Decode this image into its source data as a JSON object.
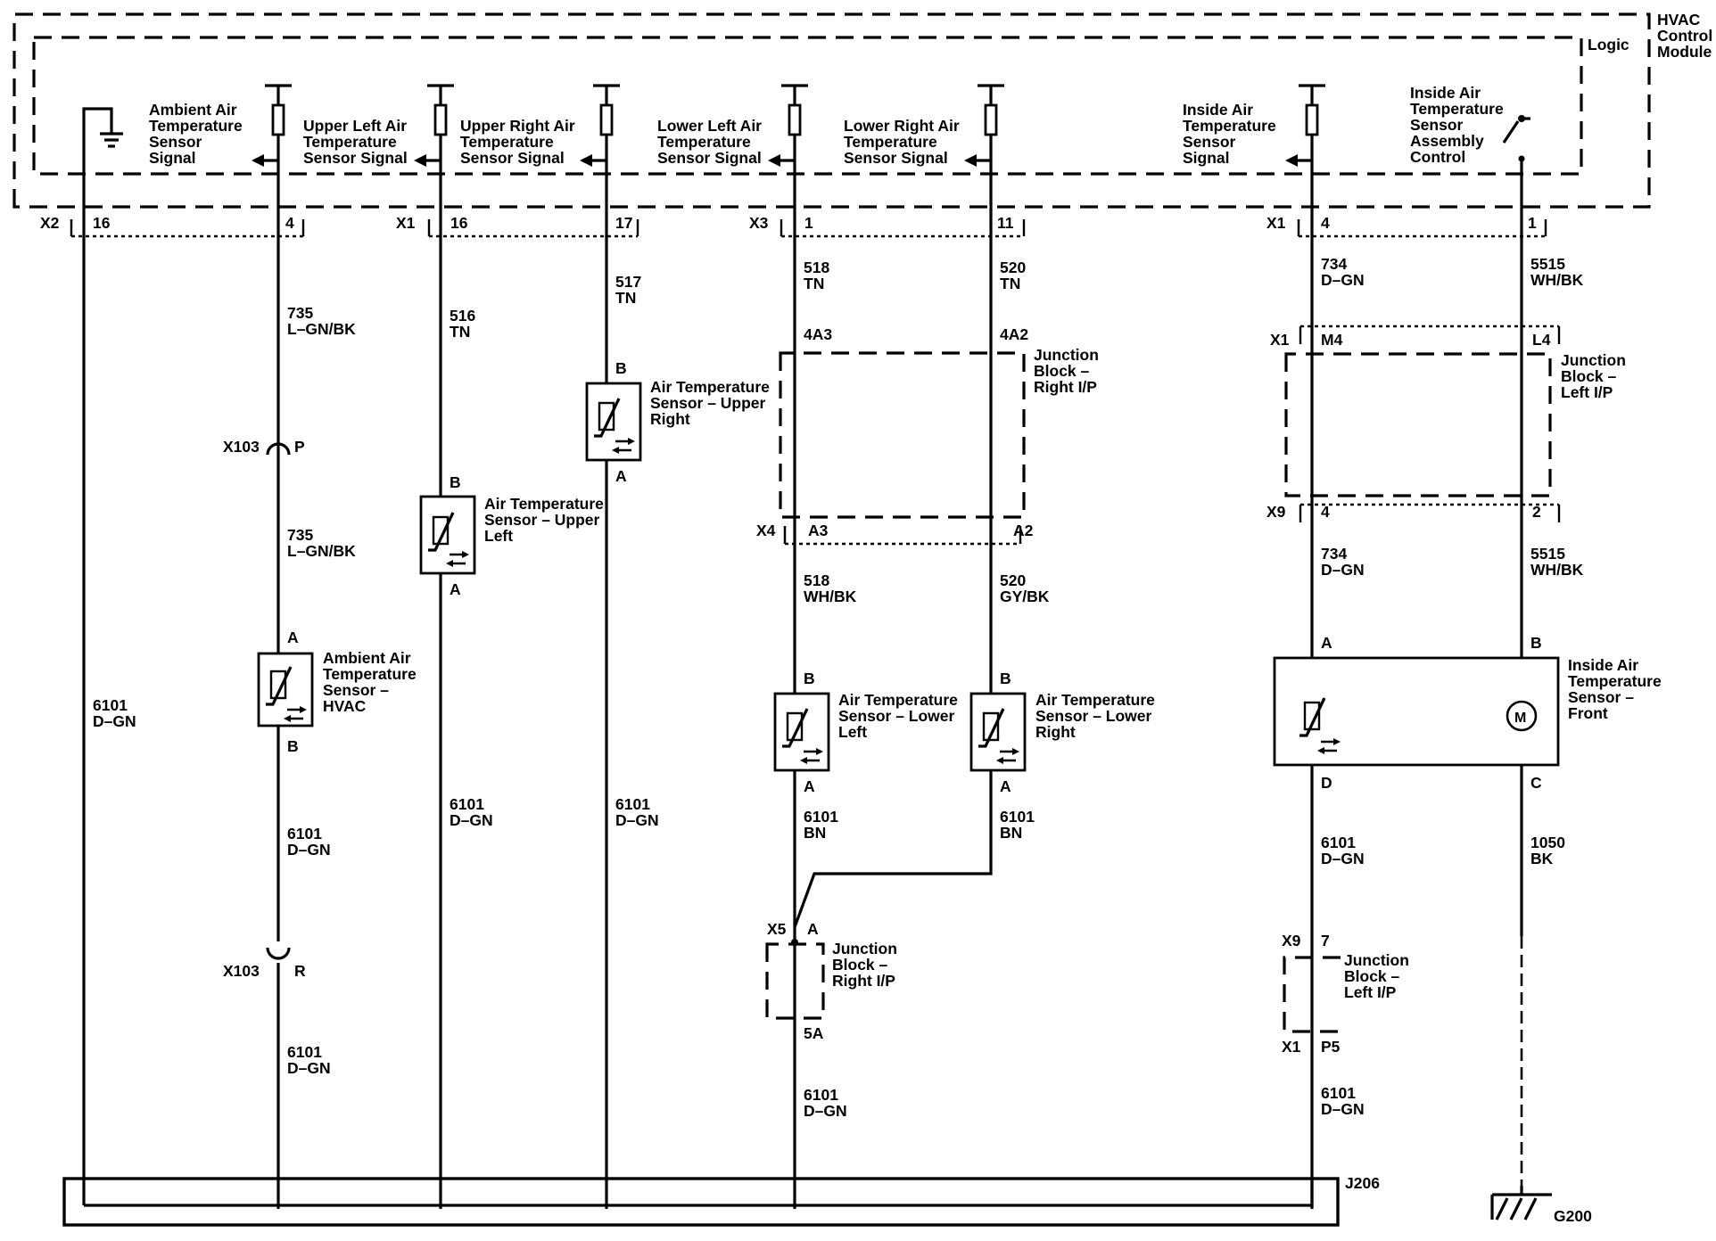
{
  "module": {
    "title": "HVAC\nControl\nModule",
    "logic": "Logic"
  },
  "signals": {
    "ambient": "Ambient Air\nTemperature\nSensor\nSignal",
    "upper_left": "Upper Left Air\nTemperature\nSensor Signal",
    "upper_right": "Upper Right Air\nTemperature\nSensor Signal",
    "lower_left": "Lower Left Air\nTemperature\nSensor Signal",
    "lower_right": "Lower Right Air\nTemperature\nSensor Signal",
    "inside": "Inside Air\nTemperature\nSensor\nSignal",
    "inside_control": "Inside Air\nTemperature\nSensor\nAssembly\nControl"
  },
  "connectors": {
    "x2": {
      "name": "X2",
      "pins": [
        "16",
        "4"
      ]
    },
    "x1_a": {
      "name": "X1",
      "pins": [
        "16",
        "17"
      ]
    },
    "x3": {
      "name": "X3",
      "pins": [
        "1",
        "11"
      ]
    },
    "x1_b": {
      "name": "X1",
      "pins": [
        "4",
        "1"
      ]
    }
  },
  "wires": {
    "w735a": "735\nL–GN/BK",
    "w516": "516\nTN",
    "w517": "517\nTN",
    "w518a": "518\nTN",
    "w520a": "520\nTN",
    "w734a": "734\nD–GN",
    "w5515a": "5515\nWH/BK",
    "w735b": "735\nL–GN/BK",
    "w518b": "518\nWH/BK",
    "w520b": "520\nGY/BK",
    "w734b": "734\nD–GN",
    "w5515b": "5515\nWH/BK",
    "gnd_far_left": "6101\nD–GN",
    "gnd_amb1": "6101\nD–GN",
    "gnd_amb2": "6101\nD–GN",
    "gnd_ul": "6101\nD–GN",
    "gnd_ur": "6101\nD–GN",
    "gnd_ll": "6101\nBN",
    "gnd_lr": "6101\nBN",
    "gnd_x5": "6101\nD–GN",
    "gnd_in1": "6101\nD–GN",
    "gnd_in2": "6101\nD–GN",
    "w1050": "1050\nBK"
  },
  "sensors": {
    "ambient": "Ambient Air\nTemperature\nSensor –\nHVAC",
    "upper_left": "Air Temperature\nSensor – Upper\nLeft",
    "upper_right": "Air Temperature\nSensor – Upper\nRight",
    "lower_left": "Air Temperature\nSensor – Lower\nLeft",
    "lower_right": "Air Temperature\nSensor – Lower\nRight",
    "inside_front": "Inside Air\nTemperature\nSensor –\nFront"
  },
  "pins": {
    "A": "A",
    "B": "B",
    "C": "C",
    "D": "D",
    "P": "P",
    "R": "R",
    "motor": "M"
  },
  "junctions": {
    "jb_right": "Junction\nBlock –\nRight I/P",
    "jb_left": "Junction\nBlock –\nLeft I/P",
    "jb_right2": "Junction\nBlock –\nRight I/P",
    "jb_left2": "Junction\nBlock –\nLeft I/P",
    "jbr_pins": [
      "4A3",
      "4A2"
    ],
    "x4": "X4",
    "x4_pins": [
      "A3",
      "A2"
    ],
    "jbl_x1": "X1",
    "jbl_pins": [
      "M4",
      "L4"
    ],
    "x9": "X9",
    "x9_pins": [
      "4",
      "2"
    ],
    "x5": "X5",
    "x5_pins": [
      "A",
      "5A"
    ],
    "x9b": "X9",
    "x9b_pin": "7",
    "x1c": "X1",
    "x1c_pin": "P5"
  },
  "inline": {
    "x103": "X103"
  },
  "grounds": {
    "splice": "J206",
    "ground": "G200"
  }
}
